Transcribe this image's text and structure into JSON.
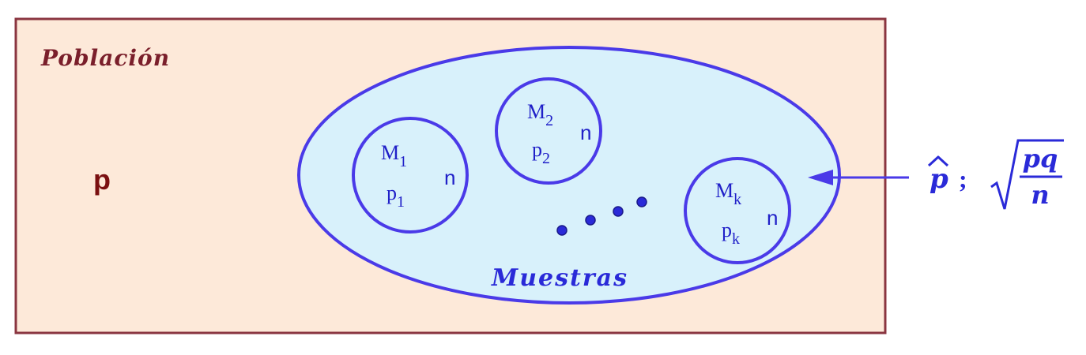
{
  "population": {
    "label": "Población",
    "parameter": "p"
  },
  "samples_region": {
    "label": "Muestras"
  },
  "samples": [
    {
      "name_base": "M",
      "name_sub": "1",
      "prop_base": "p",
      "prop_sub": "1",
      "size": "n"
    },
    {
      "name_base": "M",
      "name_sub": "2",
      "prop_base": "p",
      "prop_sub": "2",
      "size": "n"
    },
    {
      "name_base": "M",
      "name_sub": "k",
      "prop_base": "p",
      "prop_sub": "k",
      "size": "n"
    }
  ],
  "estimator": {
    "hat_symbol": "p",
    "separator": ";",
    "numerator": "pq",
    "denominator": "n"
  },
  "colors": {
    "population_fill": "#fde9d9",
    "population_border": "#8a3540",
    "population_label": "#7a1f2b",
    "parameter": "#7a0f10",
    "samples_fill": "#d8f1fb",
    "samples_border": "#4a3ae8",
    "sample_text": "#2020c8",
    "samples_label": "#2a2ad8"
  }
}
